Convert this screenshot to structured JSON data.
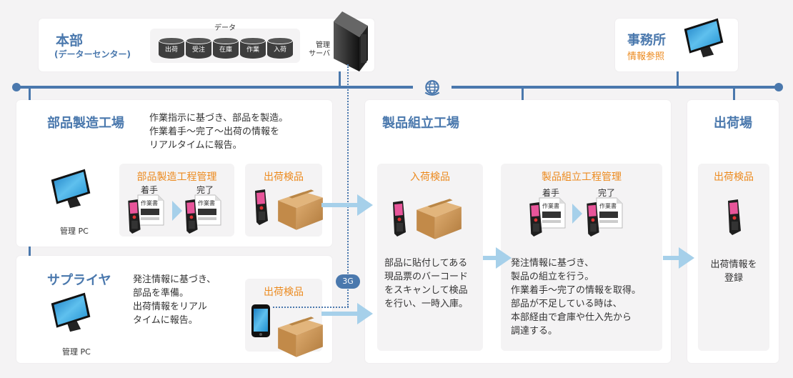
{
  "headquarters": {
    "title": "本部",
    "subtitle": "(データーセンター)",
    "data_label": "データ",
    "databases": [
      "出荷",
      "受注",
      "在庫",
      "作業",
      "入荷"
    ],
    "server_label_line1": "管理",
    "server_label_line2": "サーバ"
  },
  "office": {
    "title": "事務所",
    "subtitle": "情報参照"
  },
  "parts_factory": {
    "title": "部品製造工場",
    "description": "作業指示に基づき、部品を製造。\n作業着手〜完了〜出荷の情報を\nリアルタイムに報告。",
    "pc_label": "管理 PC",
    "process_panel": {
      "title": "部品製造工程管理",
      "start_label": "着手",
      "end_label": "完了",
      "doc_label": "作業書"
    },
    "inspection_panel": {
      "title": "出荷検品"
    }
  },
  "supplier": {
    "title": "サプライヤ",
    "description": "発注情報に基づき、\n部品を準備。\n出荷情報をリアル\nタイムに報告。",
    "pc_label": "管理 PC",
    "inspection_panel": {
      "title": "出荷検品"
    },
    "network_badge": "3G"
  },
  "assembly_factory": {
    "title": "製品組立工場",
    "receiving_panel": {
      "title": "入荷検品",
      "description": "部品に貼付してある\n現品票のバーコード\nをスキャンして検品\nを行い、一時入庫。"
    },
    "process_panel": {
      "title": "製品組立工程管理",
      "start_label": "着手",
      "end_label": "完了",
      "doc_label": "作業書",
      "description": "発注情報に基づき、\n製品の組立を行う。\n作業着手〜完了の情報を取得。\n部品が不足している時は、\n本部経由で倉庫や仕入先から\n調達する。"
    }
  },
  "shipping": {
    "title": "出荷場",
    "panel": {
      "title": "出荷検品",
      "description": "出荷情報を\n登録"
    }
  },
  "colors": {
    "network_blue": "#4a78ad",
    "accent_orange": "#ec8a1e",
    "arrow_light_blue": "#a6d0ea",
    "background": "#f4f3f4"
  }
}
